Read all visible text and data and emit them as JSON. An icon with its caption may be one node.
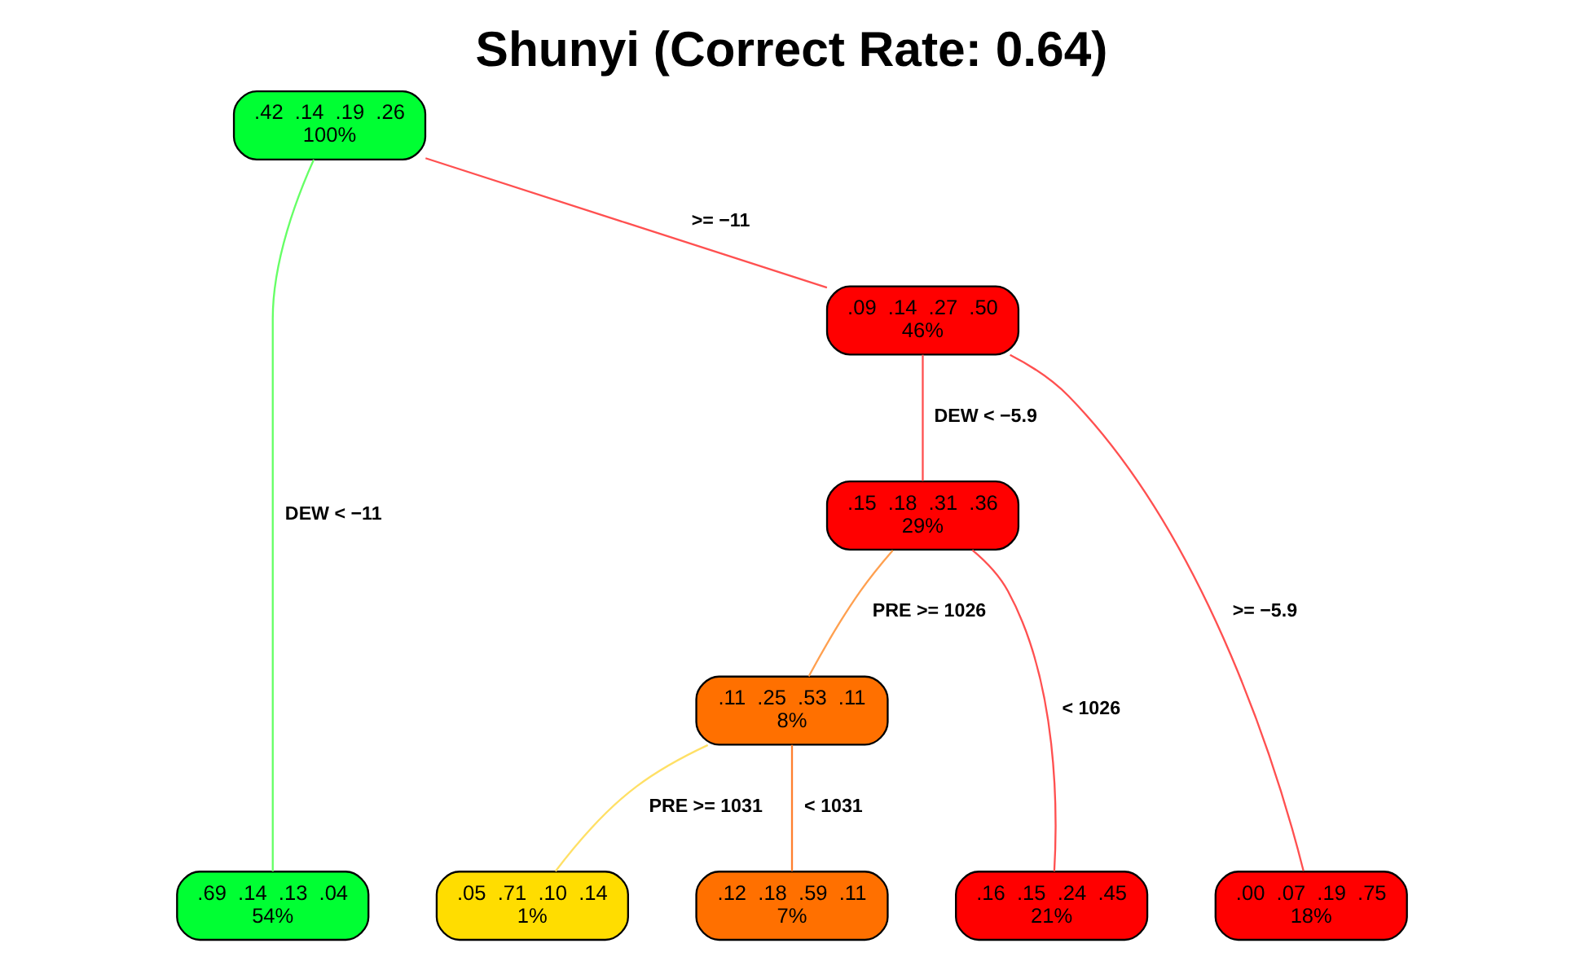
{
  "diagram": {
    "title": "Shunyi (Correct Rate: 0.64)",
    "nodes": [
      {
        "text": [
          ".42  .14  .19  .26",
          "100%"
        ]
      },
      {
        "text": [
          ".09  .14  .27  .50",
          "46%"
        ]
      },
      {
        "text": [
          ".15  .18  .31  .36",
          "29%"
        ]
      },
      {
        "text": [
          ".11  .25  .53  .11",
          "8%"
        ]
      },
      {
        "text": [
          ".69  .14  .13  .04",
          "54%"
        ]
      },
      {
        "text": [
          ".05  .71  .10  .14",
          "1%"
        ]
      },
      {
        "text": [
          ".12  .18  .59  .11",
          "7%"
        ]
      },
      {
        "text": [
          ".16  .15  .24  .45",
          "21%"
        ]
      },
      {
        "text": [
          ".00  .07  .19  .75",
          "18%"
        ]
      }
    ],
    "edges": [
      {
        "from": 0,
        "to": 4,
        "arrow": "none",
        "label": "DEW < −11",
        "color": "#66ff66"
      },
      {
        "from": 0,
        "to": 1,
        "arrow": "none",
        "label": ">= −11"
      },
      {
        "from": 1,
        "to": 2,
        "arrow": "none",
        "label": "DEW < −5.9"
      },
      {
        "from": 1,
        "to": 8,
        "arrow": "none",
        "label": ">= −5.9"
      },
      {
        "from": 2,
        "to": 3,
        "arrow": "none",
        "label": "PRE >= 1026",
        "color": "#ffa050"
      },
      {
        "from": 2,
        "to": 7,
        "arrow": "none",
        "label": "< 1026"
      },
      {
        "from": 3,
        "to": 5,
        "arrow": "none",
        "label": "PRE >= 1031",
        "color": "#ffe066"
      },
      {
        "from": 3,
        "to": 6,
        "arrow": "none",
        "label": "< 1031",
        "color": "#ff8030"
      }
    ]
  }
}
